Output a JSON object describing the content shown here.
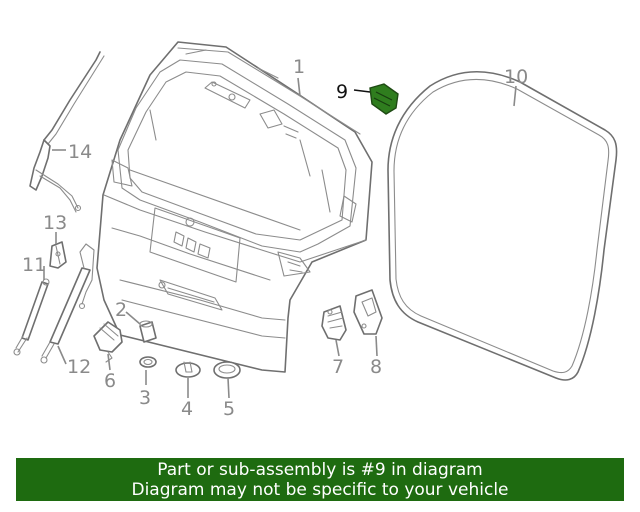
{
  "callouts": [
    {
      "id": "1",
      "label": "1",
      "highlight": false
    },
    {
      "id": "2",
      "label": "2",
      "highlight": false
    },
    {
      "id": "3",
      "label": "3",
      "highlight": false
    },
    {
      "id": "4",
      "label": "4",
      "highlight": false
    },
    {
      "id": "5",
      "label": "5",
      "highlight": false
    },
    {
      "id": "6",
      "label": "6",
      "highlight": false
    },
    {
      "id": "7",
      "label": "7",
      "highlight": false
    },
    {
      "id": "8",
      "label": "8",
      "highlight": false
    },
    {
      "id": "9",
      "label": "9",
      "highlight": true
    },
    {
      "id": "10",
      "label": "10",
      "highlight": false
    },
    {
      "id": "11",
      "label": "11",
      "highlight": false
    },
    {
      "id": "12",
      "label": "12",
      "highlight": false
    },
    {
      "id": "13",
      "label": "13",
      "highlight": false
    },
    {
      "id": "14",
      "label": "14",
      "highlight": false
    }
  ],
  "colors": {
    "banner_bg": "#1e6b10",
    "banner_text": "#ffffff",
    "highlight_part": "#2f7d1e",
    "line_art": "#6f6f6f",
    "label_text": "#8a8a8a"
  },
  "banner": {
    "line1": "Part or sub-assembly is #9 in diagram",
    "line2": "Diagram may not be specific to your vehicle"
  }
}
